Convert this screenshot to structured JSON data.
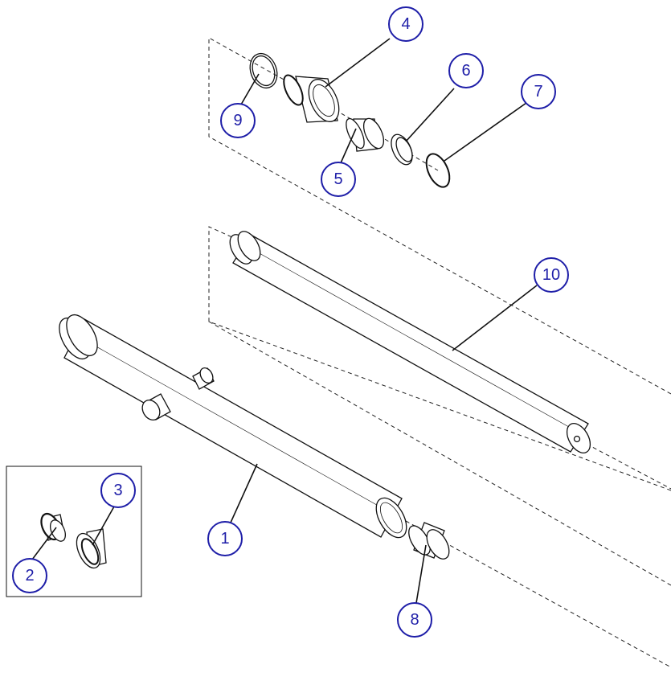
{
  "callouts": [
    {
      "id": "1",
      "label": "1"
    },
    {
      "id": "2",
      "label": "2"
    },
    {
      "id": "3",
      "label": "3"
    },
    {
      "id": "4",
      "label": "4"
    },
    {
      "id": "5",
      "label": "5"
    },
    {
      "id": "6",
      "label": "6"
    },
    {
      "id": "7",
      "label": "7"
    },
    {
      "id": "8",
      "label": "8"
    },
    {
      "id": "9",
      "label": "9"
    },
    {
      "id": "10",
      "label": "10"
    }
  ],
  "colors": {
    "callout_stroke": "#1e1ea8",
    "callout_text": "#1e1ea8",
    "line_art": "#111111"
  }
}
